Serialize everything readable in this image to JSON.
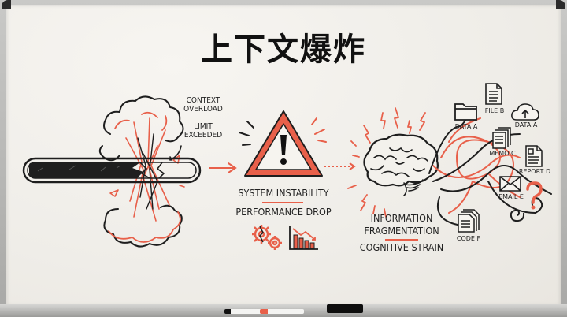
{
  "title": "上下文爆炸",
  "colors": {
    "accent": "#e8604a",
    "ink": "#1e1e1e",
    "board": "#f1efea"
  },
  "left_panel": {
    "labels": [
      "CONTEXT",
      "OVERLOAD",
      "LIMIT",
      "EXCEEDED"
    ],
    "icon": "exploding-progress-bar"
  },
  "middle_panel": {
    "icon": "warning-triangle",
    "line1": "SYSTEM INSTABILITY",
    "line2": "PERFORMANCE DROP",
    "sub_icons": [
      "broken-gears-icon",
      "declining-bar-chart-icon"
    ]
  },
  "right_panel": {
    "icon": "brain",
    "line1": "INFORMATION",
    "line2": "FRAGMENTATION",
    "line3": "COGNITIVE STRAIN"
  },
  "documents": [
    {
      "label": "DATA A",
      "icon": "folder-icon"
    },
    {
      "label": "FILE B",
      "icon": "document-icon"
    },
    {
      "label": "DATA A",
      "icon": "cloud-upload-icon"
    },
    {
      "label": "MEMO C",
      "icon": "stacked-documents-icon"
    },
    {
      "label": "REPORT D",
      "icon": "report-icon"
    },
    {
      "label": "EMAIL E",
      "icon": "envelope-icon"
    },
    {
      "label": "CODE F",
      "icon": "stacked-documents-icon"
    }
  ],
  "tray": {
    "items": [
      "black-marker",
      "red-marker",
      "eraser"
    ]
  }
}
